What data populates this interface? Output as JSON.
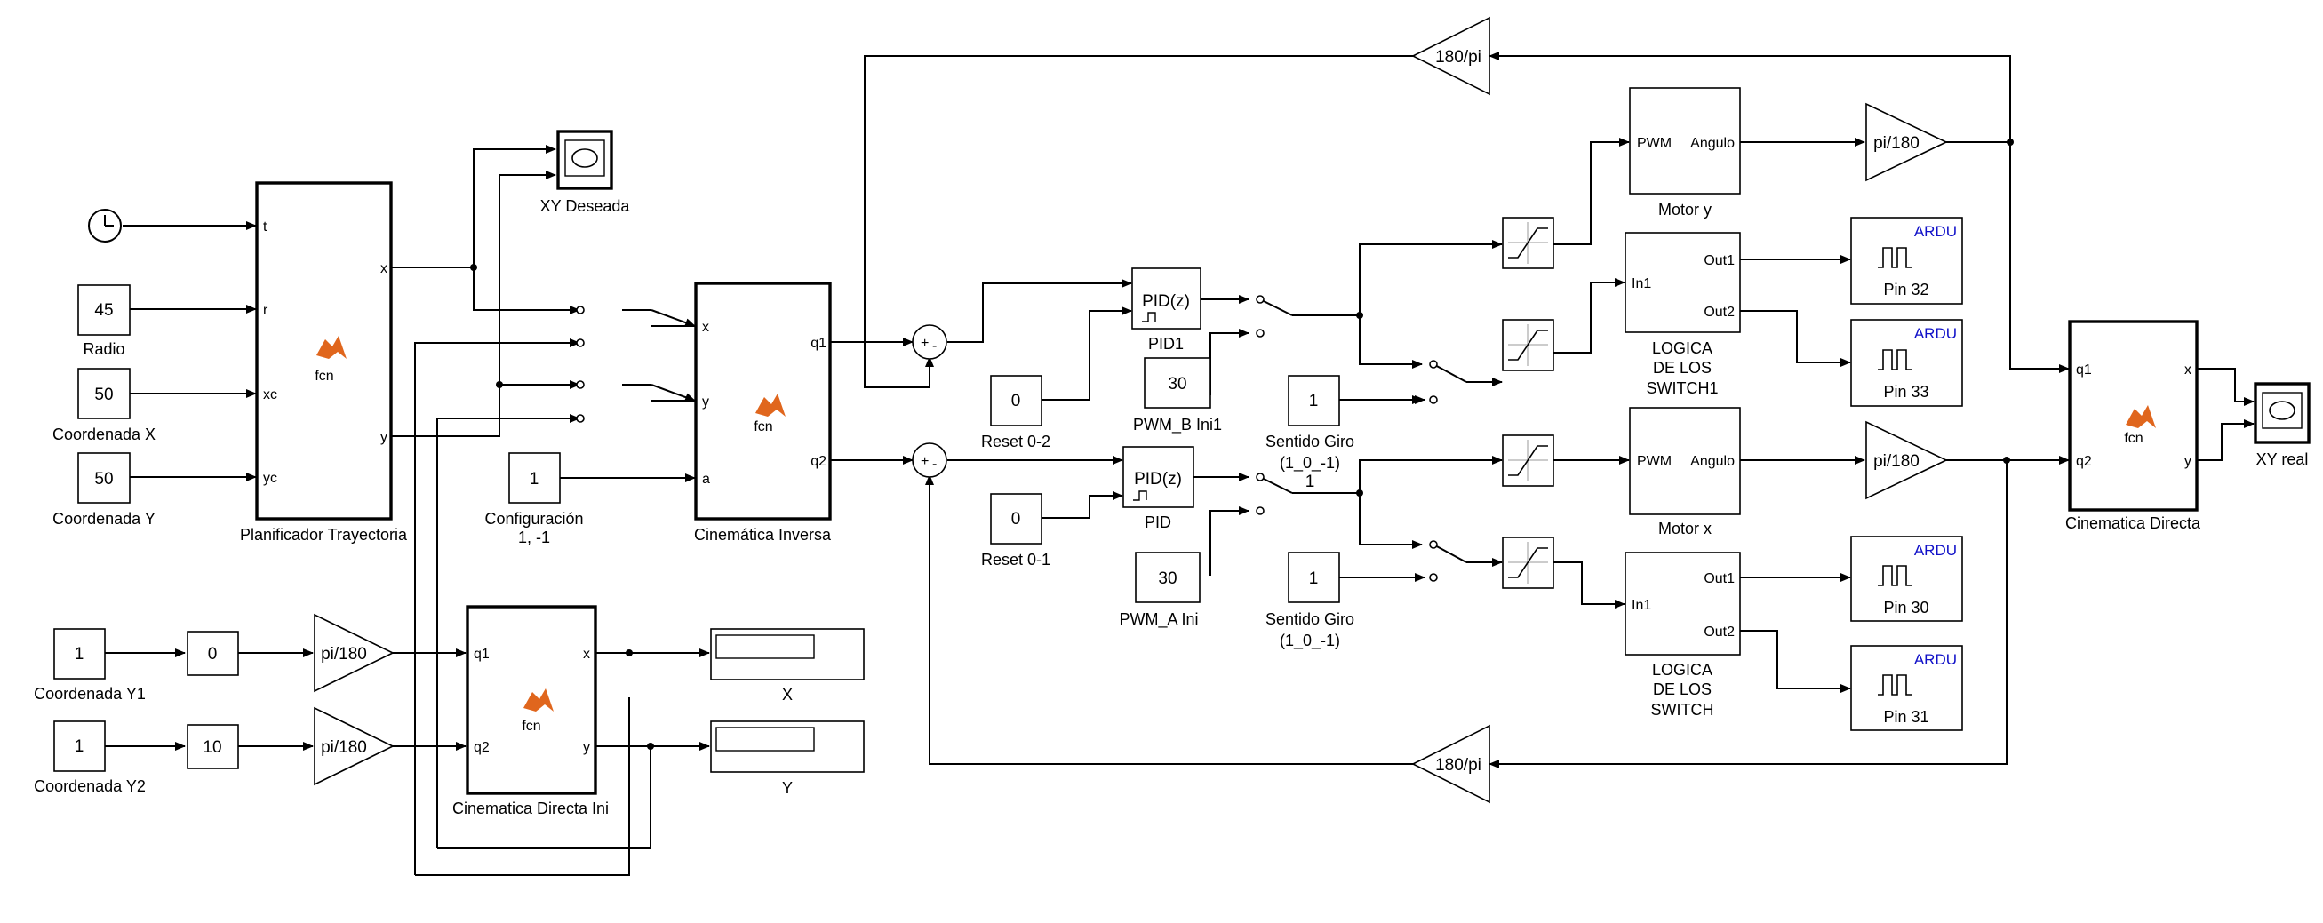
{
  "blocks": {
    "radio": {
      "value": "45",
      "label": "Radio"
    },
    "coord_x": {
      "value": "50",
      "label": "Coordenada X"
    },
    "coord_y": {
      "value": "50",
      "label": "Coordenada Y"
    },
    "planificador": {
      "label": "Planificador Trayectoria",
      "fcn": "fcn",
      "ports_in": [
        "t",
        "r",
        "xc",
        "yc"
      ],
      "ports_out": [
        "x",
        "y"
      ]
    },
    "xy_deseada": {
      "label": "XY Deseada"
    },
    "config": {
      "value": "1",
      "label_line1": "Configuración",
      "label_line2": "1, -1"
    },
    "cin_inversa": {
      "label": "Cinemática Inversa",
      "fcn": "fcn",
      "ports_in": [
        "x",
        "y",
        "a"
      ],
      "ports_out": [
        "q1",
        "q2"
      ]
    },
    "gain_top": {
      "value": "180/pi"
    },
    "gain_bottom": {
      "value": "180/pi"
    },
    "reset02": {
      "value": "0",
      "label": "Reset 0-2"
    },
    "reset01": {
      "value": "0",
      "label": "Reset 0-1"
    },
    "pid1": {
      "text": "PID(z)",
      "label": "PID1"
    },
    "pid": {
      "text": "PID(z)",
      "label": "PID"
    },
    "pwm_b": {
      "value": "30",
      "label": "PWM_B Ini1"
    },
    "pwm_a": {
      "value": "30",
      "label": "PWM_A Ini"
    },
    "sentido1": {
      "value": "1",
      "label_line1": "Sentido Giro",
      "label_line2": "(1_0_-1)"
    },
    "sentido2": {
      "value": "1",
      "label_line1": "Sentido Giro",
      "label_line2": "(1_0_-1)"
    },
    "motor_y": {
      "label": "Motor y",
      "port_in": "PWM",
      "port_out": "Angulo"
    },
    "motor_x": {
      "label": "Motor x",
      "port_in": "PWM",
      "port_out": "Angulo"
    },
    "logica1": {
      "label_line1": "LOGICA",
      "label_line2": "DE LOS",
      "label_line3": "SWITCH1",
      "port_in": "In1",
      "ports_out": [
        "Out1",
        "Out2"
      ]
    },
    "logica2": {
      "label_line1": "LOGICA",
      "label_line2": "DE LOS",
      "label_line3": "SWITCH",
      "port_in": "In1",
      "ports_out": [
        "Out1",
        "Out2"
      ]
    },
    "pin32": {
      "tag": "ARDU",
      "label": "Pin 32"
    },
    "pin33": {
      "tag": "ARDU",
      "label": "Pin 33"
    },
    "pin30": {
      "tag": "ARDU",
      "label": "Pin 30"
    },
    "pin31": {
      "tag": "ARDU",
      "label": "Pin 31"
    },
    "gain_pi180_top": {
      "value": "pi/180"
    },
    "gain_pi180_mid": {
      "value": "pi/180"
    },
    "cin_directa": {
      "label": "Cinematica Directa",
      "fcn": "fcn",
      "ports_in": [
        "q1",
        "q2"
      ],
      "ports_out": [
        "x",
        "y"
      ]
    },
    "xy_real": {
      "label": "XY real"
    },
    "coord_y1": {
      "value": "1",
      "label": "Coordenada Y1"
    },
    "coord_y2": {
      "value": "1",
      "label": "Coordenada Y2"
    },
    "int_y1": {
      "value": "0"
    },
    "int_y2": {
      "value": "10"
    },
    "gain_y1": {
      "value": "pi/180"
    },
    "gain_y2": {
      "value": "pi/180"
    },
    "cin_directa_ini": {
      "label": "Cinematica Directa Ini",
      "fcn": "fcn",
      "ports_in": [
        "q1",
        "q2"
      ],
      "ports_out": [
        "x",
        "y"
      ]
    },
    "display_x": {
      "label": "X"
    },
    "display_y": {
      "label": "Y"
    },
    "switch_label": {
      "value": "1"
    },
    "sum_signs": {
      "plus": "+",
      "minus": "-"
    }
  }
}
